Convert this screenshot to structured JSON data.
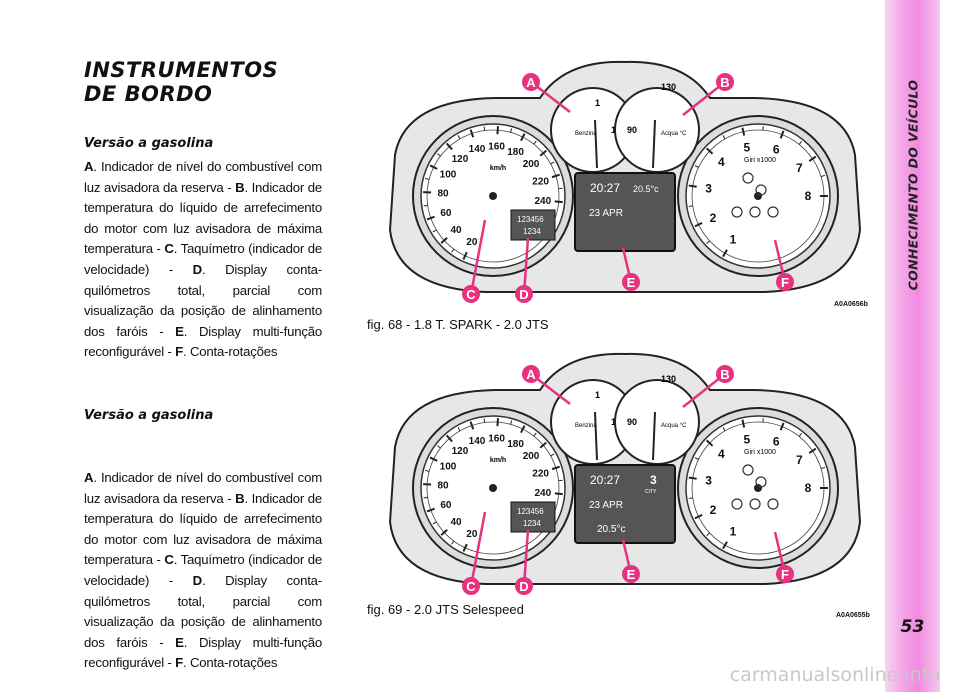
{
  "page": {
    "title_line1": "INSTRUMENTOS",
    "title_line2": "DE BORDO",
    "side_header": "CONHECIMENTO DO VEÍCULO",
    "page_number": "53",
    "watermark": "carmanualsonline.info"
  },
  "section1": {
    "heading": "Versão a gasolina",
    "items": [
      {
        "key": "A",
        "text": ". Indicador de nível do combustível com luz avisadora da reserva - "
      },
      {
        "key": "B",
        "text": ". Indicador de temperatura do líquido de arrefecimento do motor com luz avisadora de máxima temperatura - "
      },
      {
        "key": "C",
        "text": ". Taquímetro (indicador de velocidade) - "
      },
      {
        "key": "D",
        "text": ". Display conta-quilómetros total, parcial com visualização da posição de alinhamento dos faróis - "
      },
      {
        "key": "E",
        "text": ". Display multi-função reconfigurável - "
      },
      {
        "key": "F",
        "text": ". Conta-rotações"
      }
    ]
  },
  "section2": {
    "heading": "Versão a gasolina",
    "items": [
      {
        "key": "A",
        "text": ". Indicador de nível do combustível com luz avisadora da reserva - "
      },
      {
        "key": "B",
        "text": ". Indicador de temperatura do líquido de arrefecimento do motor com luz avisadora de máxima temperatura - "
      },
      {
        "key": "C",
        "text": ". Taquímetro (indicador de velocidade) - "
      },
      {
        "key": "D",
        "text": ". Display conta-quilómetros total, parcial com visualização da posição de alinhamento dos faróis - "
      },
      {
        "key": "E",
        "text": ". Display multi-função reconfigurável - "
      },
      {
        "key": "F",
        "text": ". Conta-rotações"
      }
    ]
  },
  "figures": [
    {
      "caption": "fig. 68 - 1.8 T. SPARK - 2.0 JTS",
      "code": "A0A0656b",
      "display": {
        "time": "20:27",
        "temp": "20.5°c",
        "date": "23 APR",
        "gear": "",
        "mode": "",
        "odo": "123456",
        "trip": "1234"
      }
    },
    {
      "caption": "fig. 69 - 2.0 JTS Selespeed",
      "code": "A0A0655b",
      "display": {
        "time": "20:27",
        "temp": "20.5°c",
        "date": "23 APR",
        "gear": "3",
        "mode": "CITY",
        "odo": "123456",
        "trip": "1234"
      }
    }
  ],
  "gauge_labels": {
    "speed_ticks": [
      "20",
      "40",
      "60",
      "80",
      "100",
      "120",
      "140",
      "160",
      "180",
      "200",
      "220",
      "240"
    ],
    "speed_unit": "km/h",
    "rpm_ticks": [
      "1",
      "2",
      "3",
      "4",
      "5",
      "6",
      "7",
      "8"
    ],
    "rpm_unit": "Giri x1000",
    "fuel_label": "Benzina",
    "fuel_ticks": [
      "1/2",
      "1"
    ],
    "temp_label": "Acqua °C",
    "temp_ticks": [
      "90",
      "130"
    ],
    "callouts": [
      "A",
      "B",
      "C",
      "D",
      "E",
      "F"
    ]
  },
  "colors": {
    "callout": "#e8327f",
    "sidebar": "#f18ae1",
    "cluster_body": "#e7e7e7",
    "display_bg": "#555555"
  }
}
